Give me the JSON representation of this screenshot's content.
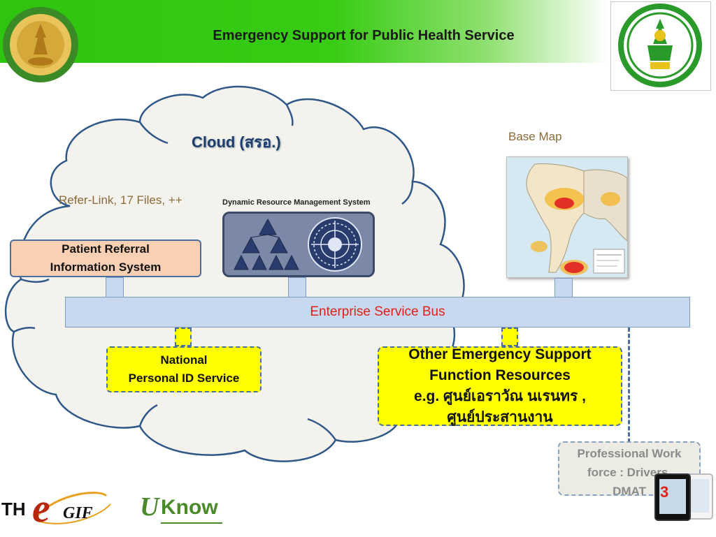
{
  "header": {
    "title": "Emergency Support for Public Health Service"
  },
  "cloud": {
    "label": "Cloud (สรอ.)",
    "refer_text": "Refer-Link, 17 Files, ++",
    "patient_referral": {
      "line1": "Patient Referral",
      "line2": "Information System"
    },
    "drm_label": "Dynamic Resource Management System"
  },
  "base_map": {
    "label": "Base Map"
  },
  "esb": {
    "label": "Enterprise Service Bus"
  },
  "national_id": {
    "line1": "National",
    "line2": "Personal ID Service"
  },
  "other_resources": {
    "line1": "Other Emergency Support",
    "line2": "Function Resources",
    "line3": "e.g. ศูนย์เอราวัณ นเรนทร ,",
    "line4": "ศูนย์ประสานงาน"
  },
  "professional": {
    "line1": "Professional Work",
    "line2": "force : Drivers,",
    "line3": "DMAT"
  },
  "page_number": "3",
  "footer": {
    "thegif_text": "TH",
    "thegif_e": "e",
    "thegif_gif": "GIF",
    "uknow_u": "U",
    "uknow_know": "Know"
  },
  "colors": {
    "header_green": "#2ec40f",
    "esb_fill": "#c8d8ee",
    "esb_text": "#e0201a",
    "highlight_yellow": "#ffff00",
    "patient_fill": "#f9d0b4",
    "border_blue": "#4a6e9e"
  }
}
